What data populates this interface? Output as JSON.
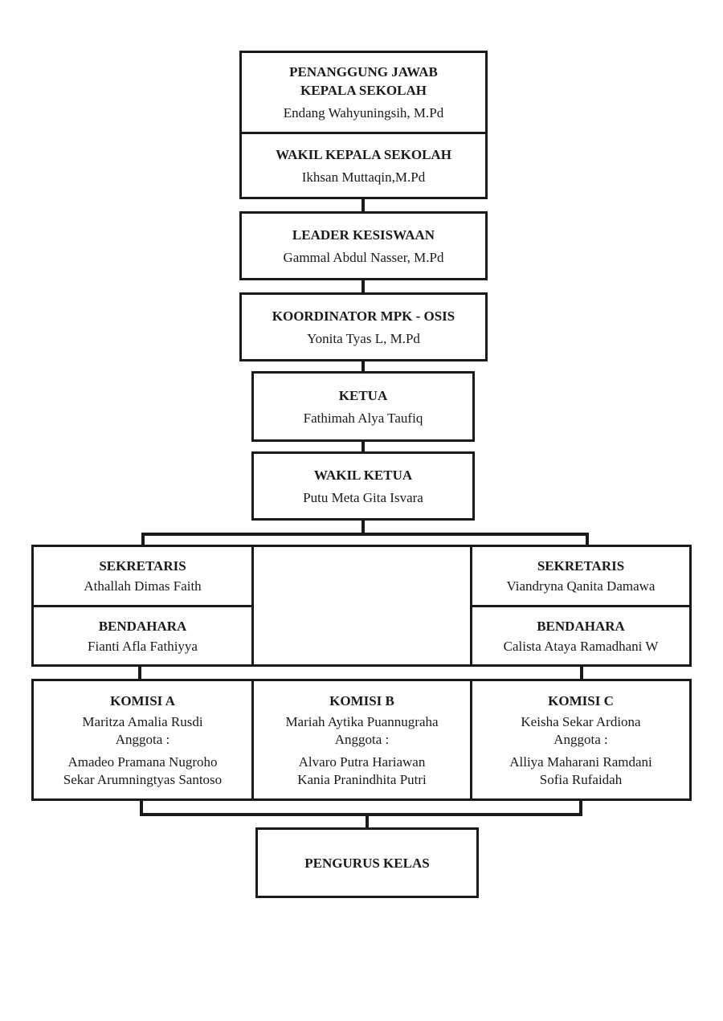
{
  "penanggung_jawab": {
    "title_1": "PENANGGUNG JAWAB",
    "title_2": "KEPALA SEKOLAH",
    "name": "Endang Wahyuningsih, M.Pd"
  },
  "wakil_kepala_sekolah": {
    "title": "WAKIL KEPALA SEKOLAH",
    "name": "Ikhsan Muttaqin,M.Pd"
  },
  "leader_kesiswaan": {
    "title": "LEADER KESISWAAN",
    "name": "Gammal Abdul Nasser, M.Pd"
  },
  "koordinator": {
    "title": "KOORDINATOR MPK - OSIS",
    "name": "Yonita Tyas L, M.Pd"
  },
  "ketua": {
    "title": "KETUA",
    "name": "Fathimah Alya Taufiq"
  },
  "wakil_ketua": {
    "title": "WAKIL KETUA",
    "name": "Putu Meta Gita Isvara"
  },
  "sekretaris_left": {
    "title": "SEKRETARIS",
    "name": "Athallah Dimas Faith"
  },
  "sekretaris_right": {
    "title": "SEKRETARIS",
    "name": "Viandryna Qanita Damawa"
  },
  "bendahara_left": {
    "title": "BENDAHARA",
    "name": "Fianti Afla Fathiyya"
  },
  "bendahara_right": {
    "title": "BENDAHARA",
    "name": "Calista Ataya Ramadhani W"
  },
  "komisi_a": {
    "title": "KOMISI A",
    "chair": "Maritza Amalia Rusdi",
    "members_label": "Anggota :",
    "members": [
      "Amadeo Pramana Nugroho",
      "Sekar Arumningtyas Santoso"
    ]
  },
  "komisi_b": {
    "title": "KOMISI B",
    "chair": "Mariah Aytika Puannugraha",
    "members_label": "Anggota :",
    "members": [
      "Alvaro Putra Hariawan",
      "Kania Pranindhita Putri"
    ]
  },
  "komisi_c": {
    "title": "KOMISI C",
    "chair": "Keisha Sekar Ardiona",
    "members_label": "Anggota :",
    "members": [
      "Alliya Maharani Ramdani",
      "Sofia Rufaidah"
    ]
  },
  "pengurus_kelas": {
    "title": "PENGURUS KELAS"
  }
}
